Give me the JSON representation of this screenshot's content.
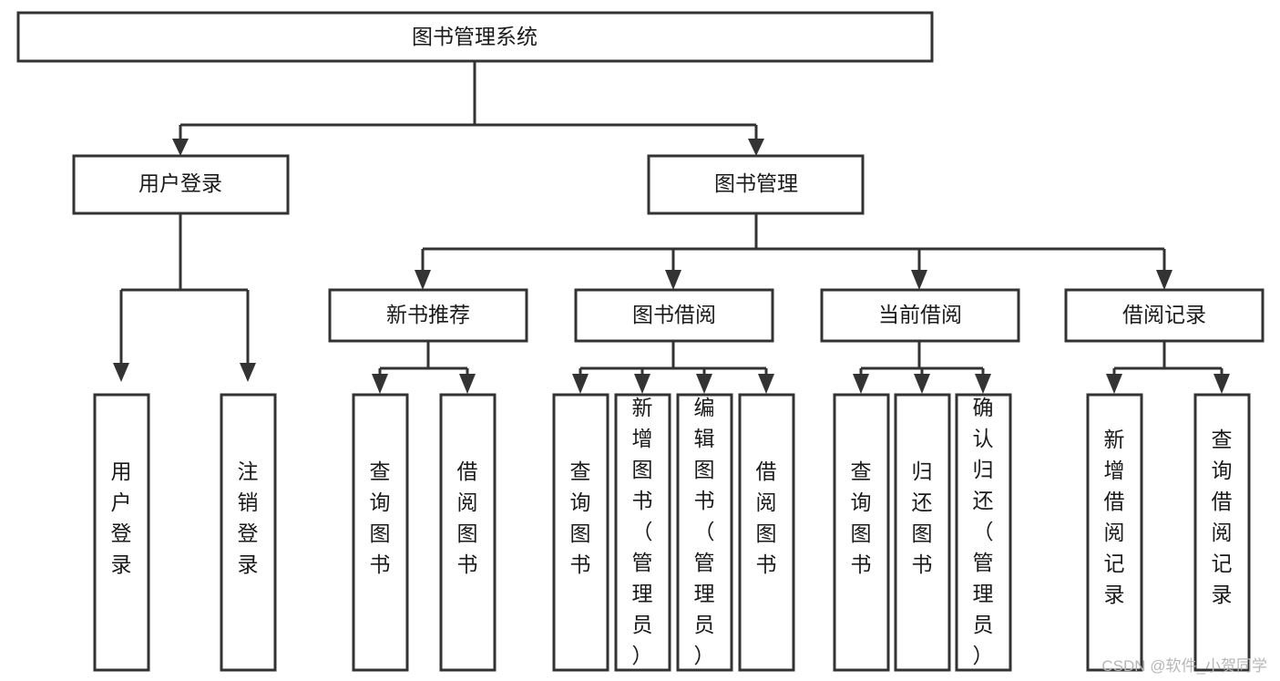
{
  "diagram": {
    "type": "tree",
    "title": "图书管理系统",
    "watermark": "CSDN @软件_小贺同学",
    "colors": {
      "box_stroke": "#333333",
      "box_fill": "#ffffff",
      "connector": "#333333",
      "text": "#1a1a1a",
      "watermark": "#b6b6b6",
      "background": "#ffffff"
    },
    "nodes": {
      "root": {
        "label": "图书管理系统"
      },
      "level1": [
        {
          "label": "用户登录"
        },
        {
          "label": "图书管理"
        }
      ],
      "level2": [
        {
          "label": "新书推荐"
        },
        {
          "label": "图书借阅"
        },
        {
          "label": "当前借阅"
        },
        {
          "label": "借阅记录"
        }
      ],
      "leaves": {
        "user_login": [
          {
            "label": "用户登录"
          },
          {
            "label": "注销登录"
          }
        ],
        "new_book_recommend": [
          {
            "label": "查询图书"
          },
          {
            "label": "借阅图书"
          }
        ],
        "book_borrow": [
          {
            "label": "查询图书"
          },
          {
            "label": "新增图书（管理员）"
          },
          {
            "label": "编辑图书（管理员）"
          },
          {
            "label": "借阅图书"
          }
        ],
        "current_borrow": [
          {
            "label": "查询图书"
          },
          {
            "label": "归还图书"
          },
          {
            "label": "确认归还（管理员）"
          }
        ],
        "borrow_record": [
          {
            "label": "新增借阅记录"
          },
          {
            "label": "查询借阅记录"
          }
        ]
      }
    }
  }
}
